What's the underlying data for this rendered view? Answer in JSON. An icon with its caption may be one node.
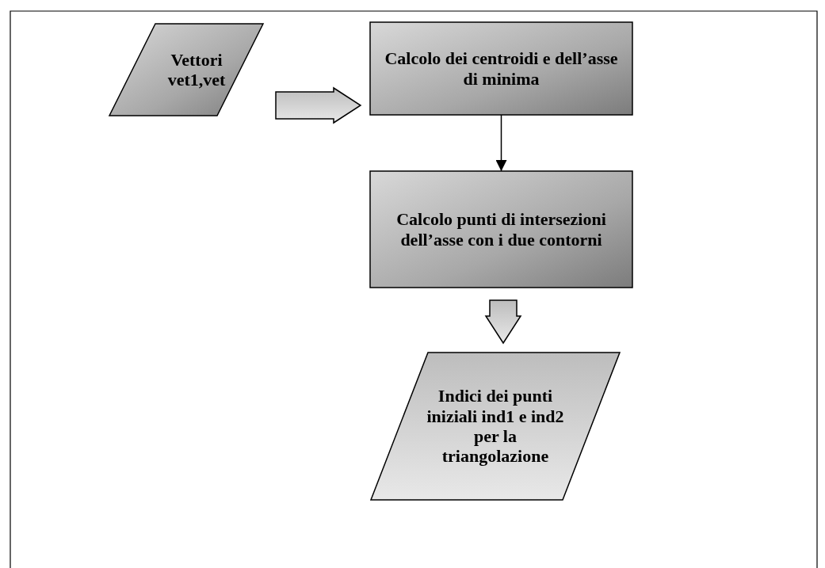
{
  "diagram": {
    "nodes": [
      {
        "text": [
          "Vettori vet1,vet"
        ]
      },
      {
        "text": [
          "Calcolo dei centroidi e dell’asse di minima"
        ]
      },
      {
        "text": [
          "Calcolo punti di intersezioni dell’asse con i due contorni"
        ]
      },
      {
        "text": [
          "Indici dei punti iniziali ind1 e ind2 per la triangolazione"
        ]
      }
    ],
    "edges": [
      {
        "from": 0,
        "to": 1,
        "arrow": "to",
        "style": "thick"
      },
      {
        "from": 1,
        "to": 2,
        "arrow": "to"
      },
      {
        "from": 2,
        "to": 3,
        "arrow": "to",
        "style": "thick"
      }
    ]
  }
}
